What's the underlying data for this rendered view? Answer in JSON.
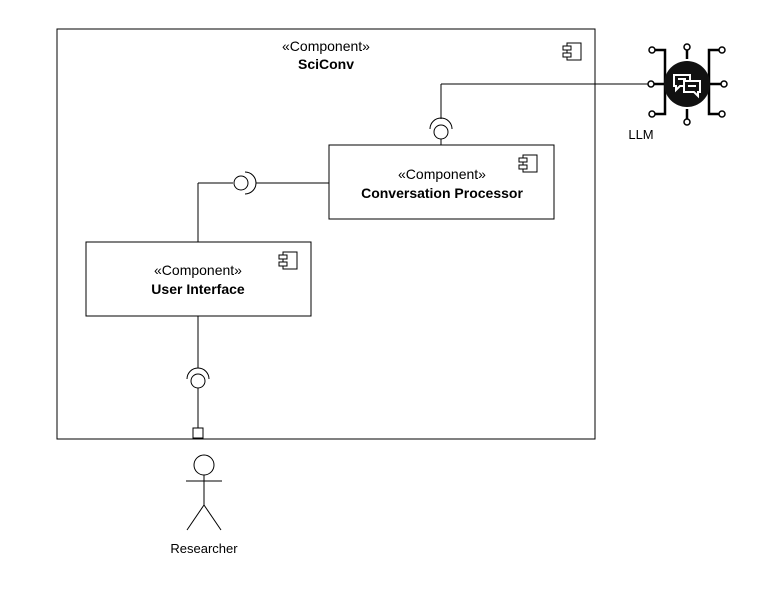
{
  "system": {
    "stereotype": "«Component»",
    "name": "SciConv"
  },
  "components": {
    "conversation_processor": {
      "stereotype": "«Component»",
      "name": "Conversation Processor"
    },
    "user_interface": {
      "stereotype": "«Component»",
      "name": "User Interface"
    }
  },
  "external": {
    "llm_label": "LLM",
    "actor_label": "Researcher"
  },
  "colors": {
    "line": "#000000",
    "background": "#ffffff",
    "llm_icon_fill": "#111111"
  }
}
